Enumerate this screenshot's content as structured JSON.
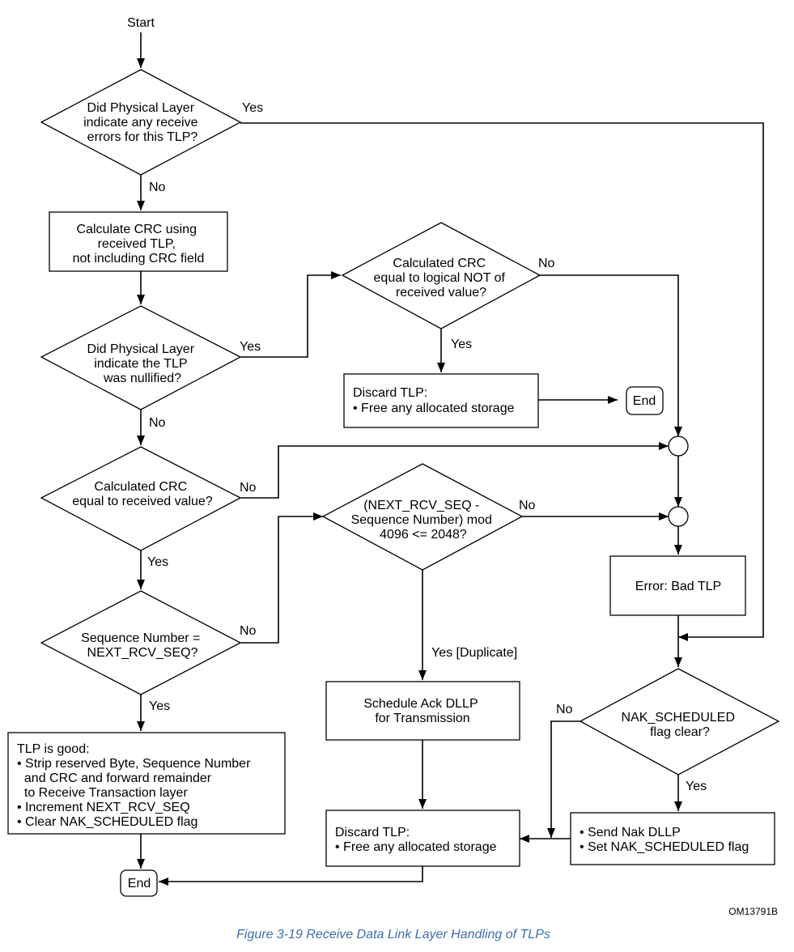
{
  "nodes": {
    "start": [
      "Start"
    ],
    "d_phys_err": [
      "Did Physical Layer",
      "indicate any receive",
      "errors for this TLP?"
    ],
    "calc_crc": [
      "Calculate CRC using",
      "received TLP,",
      "not including CRC field"
    ],
    "d_nullified": [
      "Did Physical Layer",
      "indicate the TLP",
      "was nullified?"
    ],
    "d_crc_not": [
      "Calculated CRC",
      "equal to logical NOT of",
      "received value?"
    ],
    "discard_1": [
      "Discard TLP:",
      "• Free any allocated storage"
    ],
    "end_1": [
      "End"
    ],
    "d_crc_eq": [
      "Calculated CRC",
      "equal to received value?"
    ],
    "d_seq_mod": [
      "(NEXT_RCV_SEQ -",
      "Sequence Number) mod",
      "4096 <= 2048?"
    ],
    "error_bad": [
      "Error: Bad TLP"
    ],
    "d_seq_eq": [
      "Sequence Number =",
      "NEXT_RCV_SEQ?"
    ],
    "sched_ack": [
      "Schedule Ack DLLP",
      "for Transmission"
    ],
    "d_nak": [
      "NAK_SCHEDULED",
      "flag clear?"
    ],
    "tlp_good": [
      "TLP is good:",
      "• Strip reserved Byte, Sequence Number",
      "  and CRC and forward remainder",
      "  to Receive Transaction layer",
      "• Increment NEXT_RCV_SEQ",
      "• Clear NAK_SCHEDULED flag"
    ],
    "discard_2": [
      "Discard TLP:",
      "• Free any allocated storage"
    ],
    "send_nak": [
      "• Send Nak DLLP",
      "• Set NAK_SCHEDULED flag"
    ],
    "end_2": [
      "End"
    ]
  },
  "edges": {
    "phys_yes": "Yes",
    "phys_no": "No",
    "null_yes": "Yes",
    "null_no": "No",
    "crcnot_no": "No",
    "crcnot_yes": "Yes",
    "crceq_no": "No",
    "crceq_yes": "Yes",
    "seqmod_no": "No",
    "seqmod_yes": "Yes [Duplicate]",
    "seqeq_no": "No",
    "seqeq_yes": "Yes",
    "nak_no": "No",
    "nak_yes": "Yes"
  },
  "figure_id": "OM13791B",
  "caption": "Figure  3-19  Receive Data Link Layer Handling of TLPs"
}
